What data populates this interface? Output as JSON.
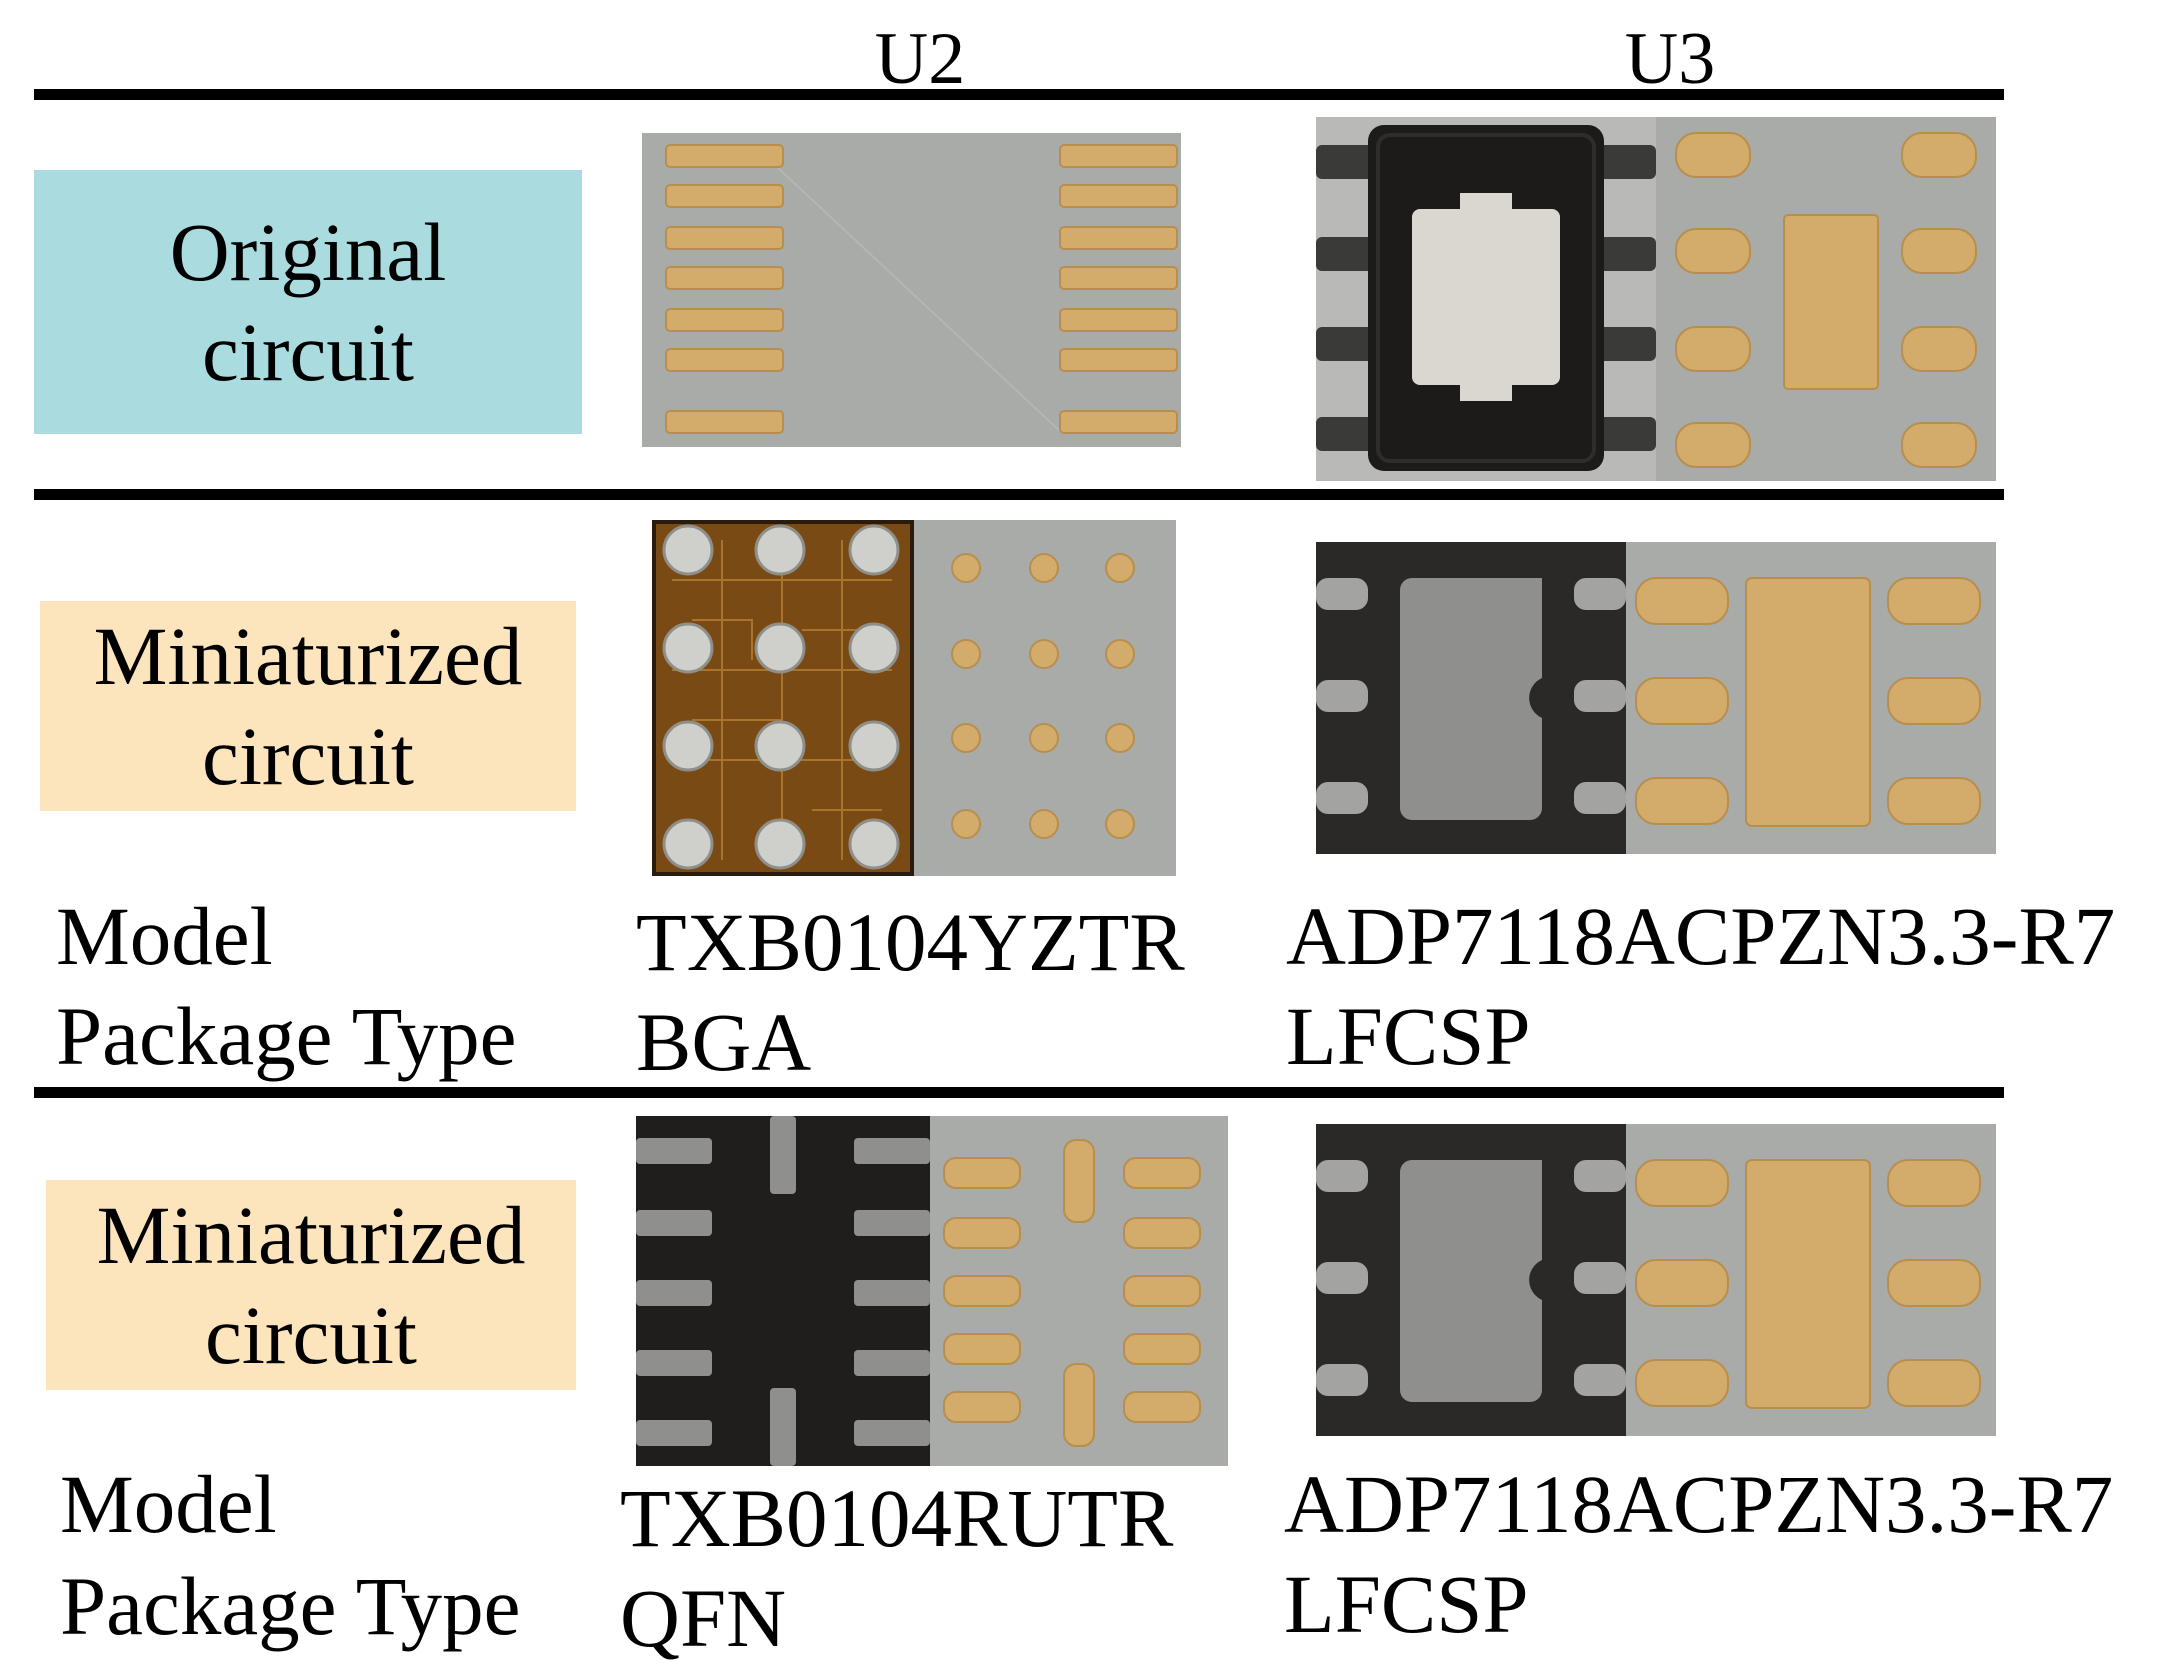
{
  "columns": {
    "u2": "U2",
    "u3": "U3"
  },
  "rows": [
    {
      "label_line1": "Original",
      "label_line2": "circuit",
      "label_color": "#aadcdf"
    },
    {
      "label_line1": "Miniaturized",
      "label_line2": "circuit",
      "label_color": "#fce4bc",
      "model_label": "Model",
      "package_label": "Package Type",
      "u2_model": "TXB0104YZTR",
      "u2_package": "BGA",
      "u3_model": "ADP7118ACPZN3.3-R7",
      "u3_package": "LFCSP"
    },
    {
      "label_line1": "Miniaturized",
      "label_line2": "circuit",
      "label_color": "#fce4bc",
      "model_label": "Model",
      "package_label": "Package Type",
      "u2_model": "TXB0104RUTR",
      "u2_package": "QFN",
      "u3_model": "ADP7118ACPZN3.3-R7",
      "u3_package": "LFCSP"
    }
  ],
  "colors": {
    "board_gray": "#a9aba8",
    "pad_copper": "#d3ac6c",
    "chip_dark": "#1c1b1a",
    "bga_die": "#7a4a14"
  }
}
